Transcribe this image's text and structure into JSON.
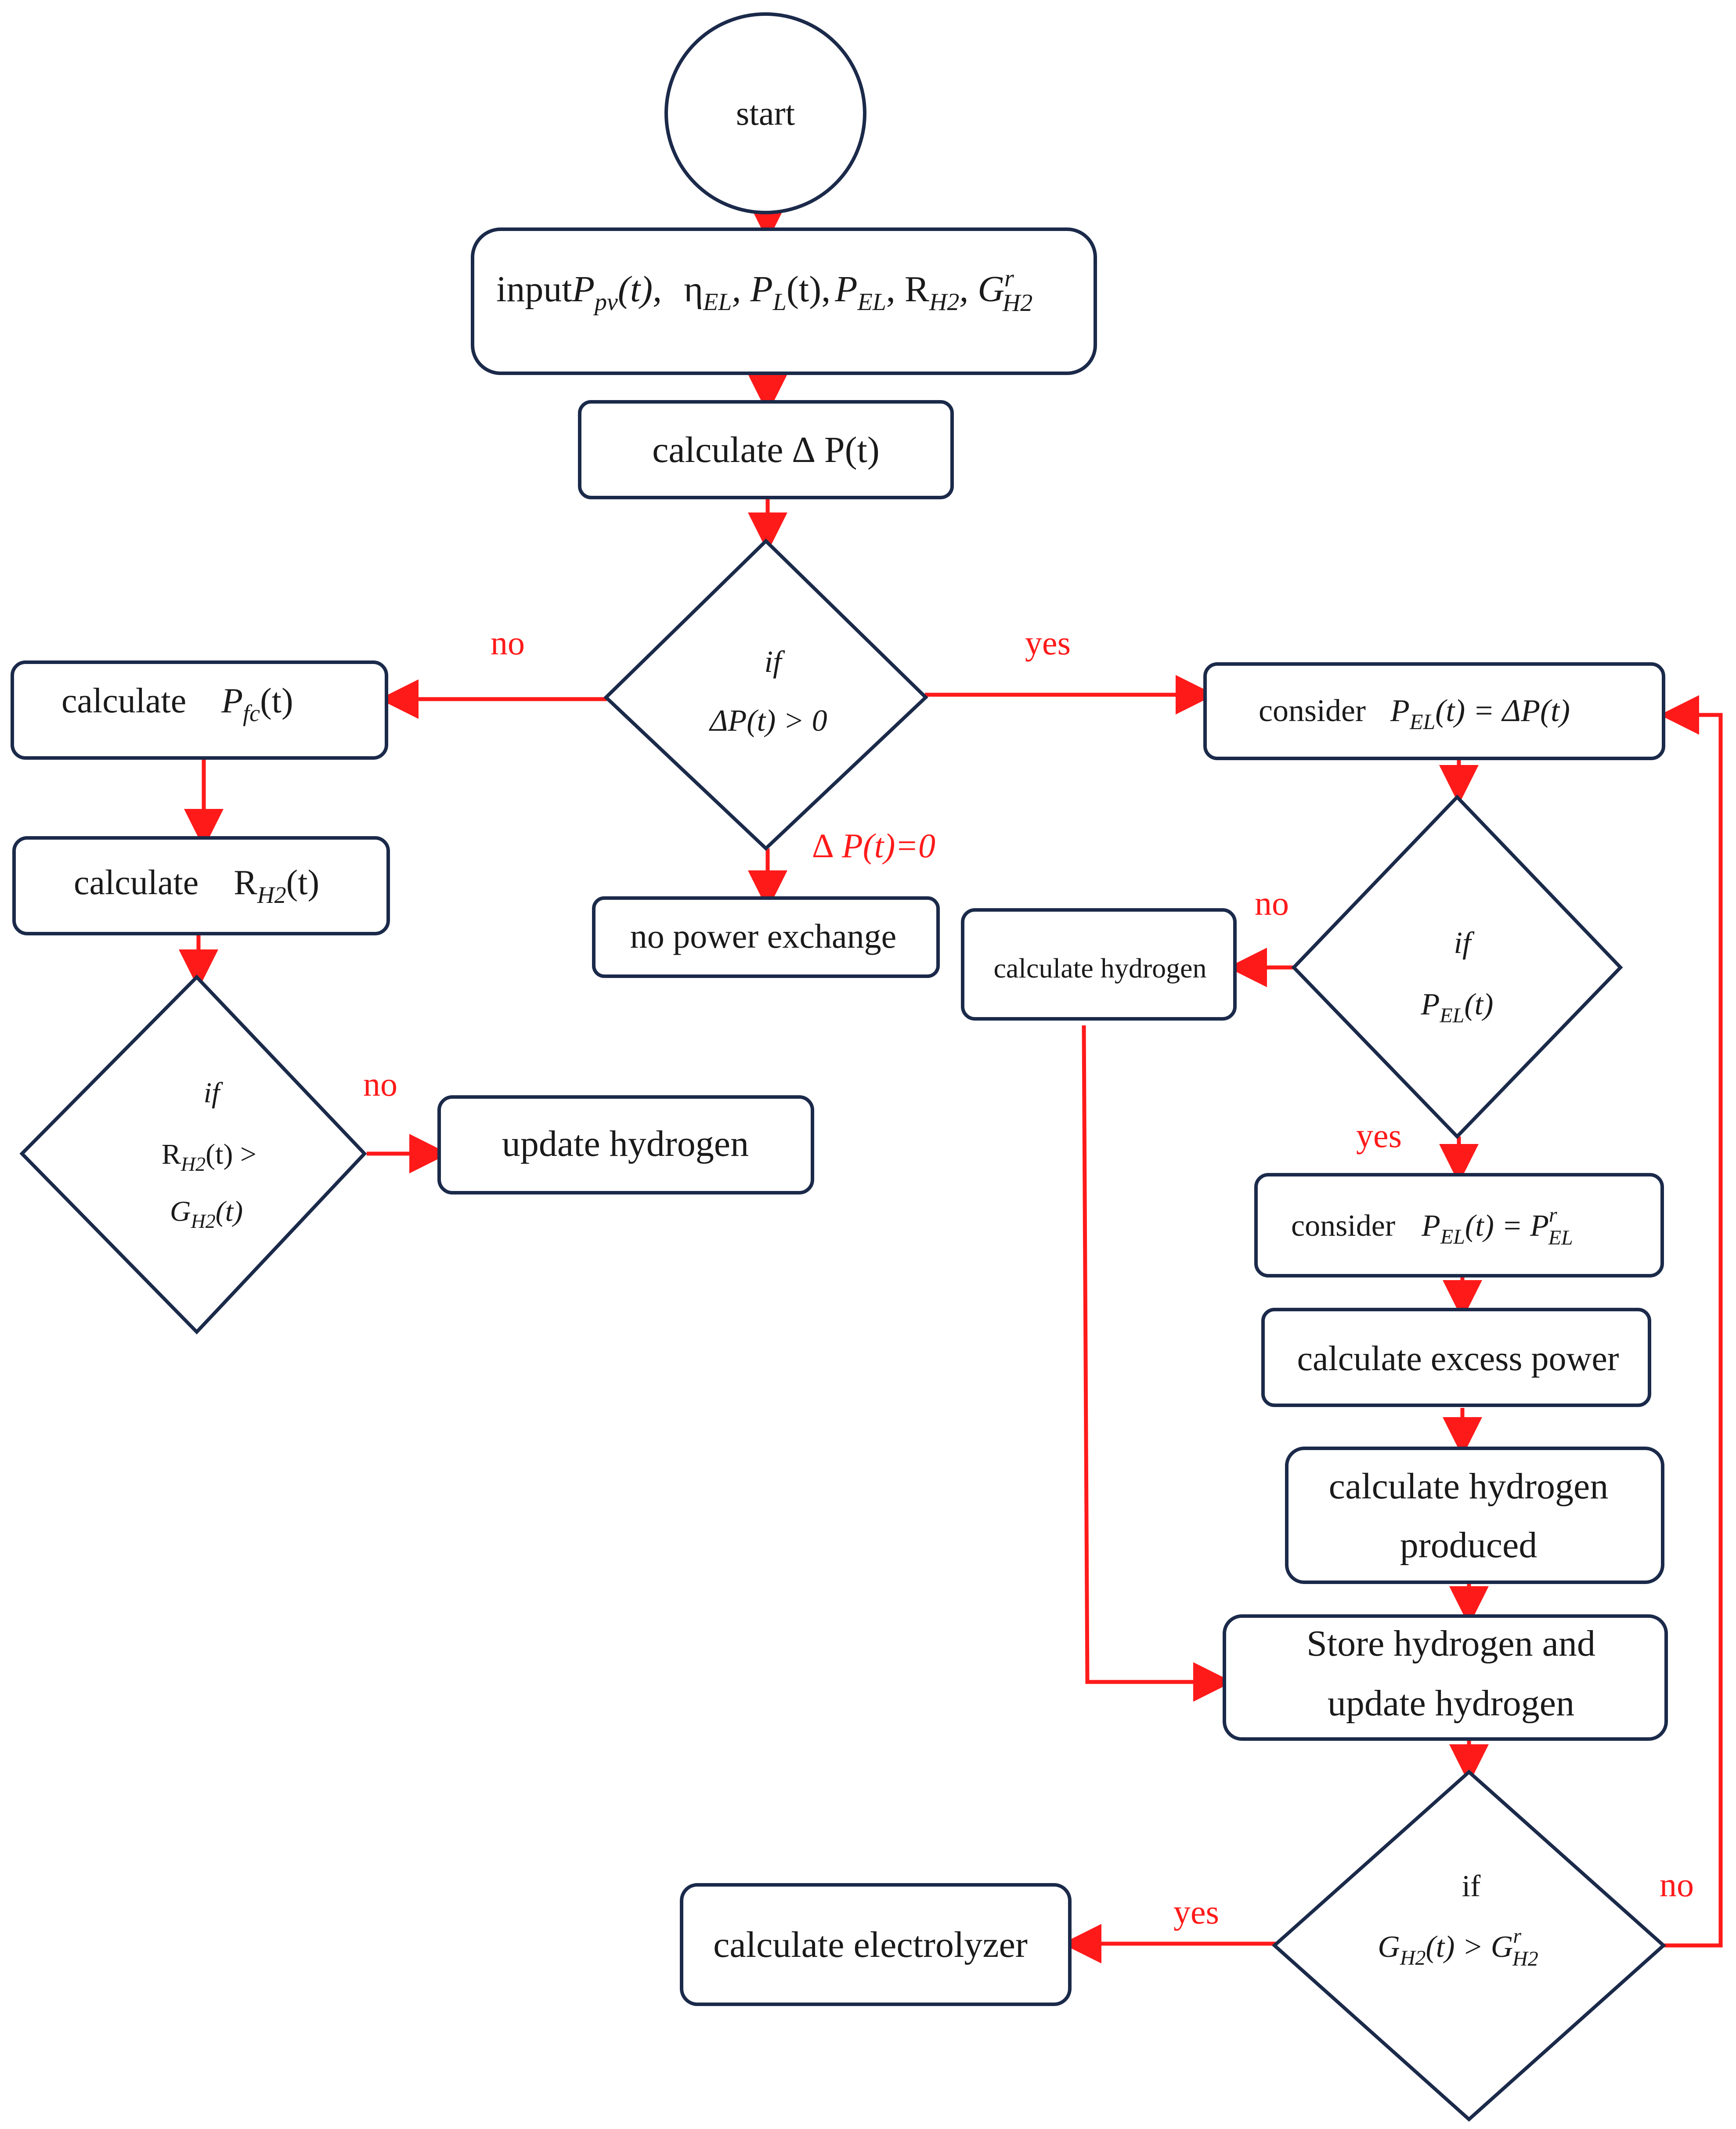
{
  "colors": {
    "node_border": "#1b2a4a",
    "arrow": "#ff1a1a",
    "label": "#ff1a1a",
    "text": "#1a1a1a"
  },
  "nodes": {
    "start": "start",
    "input": {
      "word": "input",
      "p_pv": "P",
      "p_pv_sub": "pv",
      "p_pv_arg": "(t),",
      "eta": "η",
      "eta_sub": "EL",
      "p_l": ", P",
      "p_l_sub": "L",
      "p_l_arg": "(t),",
      "p_el": "P",
      "p_el_sub": "EL",
      "r": ", R",
      "r_sub": "H2",
      "g": ", G",
      "g_sup": "r",
      "g_sub": "H2"
    },
    "calc_delta": "calculate ∆ P(t)",
    "decision_delta": {
      "line1": "if",
      "line2": "ΔP(t) > 0"
    },
    "calc_pfc": {
      "word": "calculate",
      "sym": "P",
      "sub": "fc",
      "arg": "(t)"
    },
    "calc_rh2": {
      "word": "calculate",
      "sym": "R",
      "sub": "H2",
      "arg": "(t)"
    },
    "decision_rh2": {
      "line1": "if",
      "line2a": "R",
      "line2_sub": "H2",
      "line2b": "(t) >",
      "line3a": "G",
      "line3_sub": "H2",
      "line3b": "(t)"
    },
    "update_hydrogen": "update  hydrogen",
    "no_power_exchange": "no power exchange",
    "consider_pel_delta": {
      "word": "consider",
      "sym": "P",
      "sub": "EL",
      "rhs": "(t)  = ΔP(t)"
    },
    "decision_pel": {
      "line1": "if",
      "sym": "P",
      "sub": "EL",
      "arg": "(t)"
    },
    "calc_hydrogen": "calculate hydrogen",
    "consider_pel_rated": {
      "word": "consider",
      "sym": "P",
      "sub": "EL",
      "mid": "(t)  = P",
      "sup": "r",
      "sub2": "EL"
    },
    "calc_excess": "calculate excess power",
    "calc_hydrogen_produced": {
      "line1": "calculate hydrogen",
      "line2": "produced"
    },
    "store_hydrogen": {
      "line1": "Store hydrogen and",
      "line2": "update hydrogen"
    },
    "decision_gh2": {
      "line1": "if",
      "sym": "G",
      "sub": "H2",
      "mid": "(t) > G",
      "sup": "r",
      "sub2": "H2"
    },
    "calc_electrolyzer": "calculate electrolyzer"
  },
  "labels": {
    "no_left": "no",
    "yes_right": "yes",
    "delta_zero": "∆ P(t)=0",
    "no_rh2": "no",
    "no_pel": "no",
    "yes_pel": "yes",
    "yes_gh2": "yes",
    "no_gh2": "no"
  }
}
